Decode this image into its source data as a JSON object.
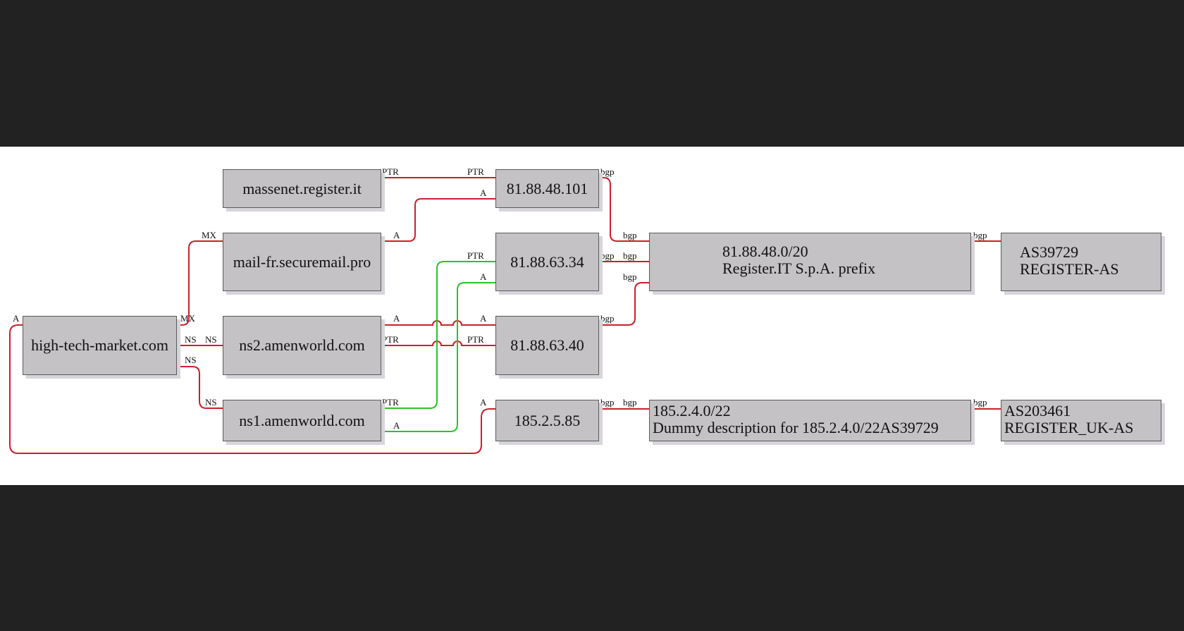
{
  "nodes": {
    "massenet": "massenet.register.it",
    "mailfr": "mail-fr.securemail.pro",
    "htm": "high-tech-market.com",
    "ns2": "ns2.amenworld.com",
    "ns1": "ns1.amenworld.com",
    "ip101": "81.88.48.101",
    "ip34": "81.88.63.34",
    "ip40": "81.88.63.40",
    "ip185": "185.2.5.85",
    "prefix1_line1": "81.88.48.0/20",
    "prefix1_line2": "Register.IT S.p.A. prefix",
    "prefix2_line1": "185.2.4.0/22",
    "prefix2_line2": "Dummy description for 185.2.4.0/22AS39729",
    "as1_line1": "AS39729",
    "as1_line2": "REGISTER-AS",
    "as2_line1": "AS203461",
    "as2_line2": "REGISTER_UK-AS"
  },
  "edge_labels": {
    "ptr": "PTR",
    "a": "A",
    "mx": "MX",
    "ns": "NS",
    "bgp": "bgp"
  },
  "colors": {
    "edge_red": "#cc1f2b",
    "edge_green": "#2bc22b",
    "node_fill": "#c4c2c4",
    "background": "#222222"
  }
}
